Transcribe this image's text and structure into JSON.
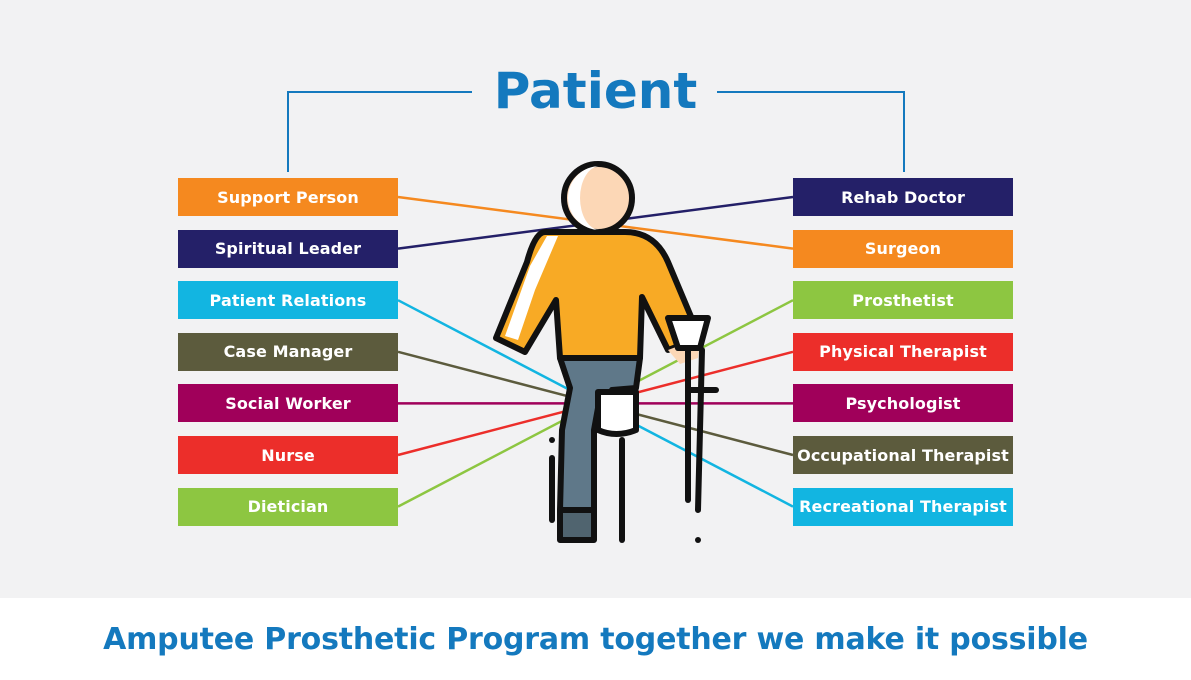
{
  "title": "Patient",
  "tagline": "Amputee Prosthetic Program together we make it possible",
  "icon": "amputee-patient-with-crutch-icon",
  "colors": {
    "accent": "#1479be",
    "background": "#f2f2f3",
    "orange": "#f5891f",
    "navy": "#242068",
    "cyan": "#12b5e1",
    "olive": "#5c5b3d",
    "magenta": "#a0005a",
    "red": "#ec2e2a",
    "green": "#8dc641"
  },
  "left_roles": [
    {
      "label": "Support Person",
      "color": "#f5891f"
    },
    {
      "label": "Spiritual Leader",
      "color": "#242068"
    },
    {
      "label": "Patient Relations",
      "color": "#12b5e1"
    },
    {
      "label": "Case Manager",
      "color": "#5c5b3d"
    },
    {
      "label": "Social Worker",
      "color": "#a0005a"
    },
    {
      "label": "Nurse",
      "color": "#ec2e2a"
    },
    {
      "label": "Dietician",
      "color": "#8dc641"
    }
  ],
  "right_roles": [
    {
      "label": "Rehab Doctor",
      "color": "#242068"
    },
    {
      "label": "Surgeon",
      "color": "#f5891f"
    },
    {
      "label": "Prosthetist",
      "color": "#8dc641"
    },
    {
      "label": "Physical Therapist",
      "color": "#ec2e2a"
    },
    {
      "label": "Psychologist",
      "color": "#a0005a"
    },
    {
      "label": "Occupational Therapist",
      "color": "#5c5b3d"
    },
    {
      "label": "Recreational Therapist",
      "color": "#12b5e1"
    }
  ]
}
